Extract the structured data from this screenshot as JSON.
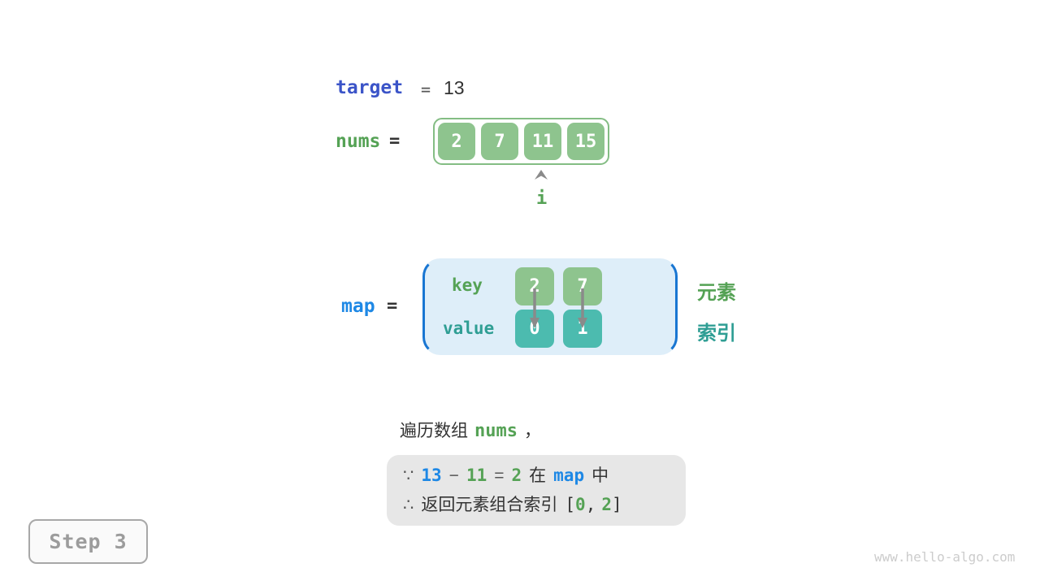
{
  "colors": {
    "target_blue": "#3b54c8",
    "map_blue": "#1e88e5",
    "green_text": "#55a255",
    "teal_text": "#2f9e94",
    "green_cell": "#8ec48e",
    "teal_cell": "#4cbbaf",
    "map_fill": "#deeef9",
    "map_border": "#1976d2",
    "box_gray": "#e7e7e7"
  },
  "target_row": {
    "label": "target",
    "equals": "=",
    "value": "13"
  },
  "nums_row": {
    "label": "nums",
    "equals": "=",
    "cells": [
      "2",
      "7",
      "11",
      "15"
    ],
    "pointer_label": "i"
  },
  "map_row": {
    "label": "map",
    "equals": "=",
    "key_label": "key",
    "value_label": "value",
    "entries": [
      {
        "key": "2",
        "value": "0"
      },
      {
        "key": "7",
        "value": "1"
      }
    ],
    "element_label": "元素",
    "index_label": "索引"
  },
  "caption": {
    "prefix": "遍历数组",
    "code": "nums",
    "suffix": "，"
  },
  "deduction": {
    "line1": {
      "because": "∵",
      "operand1": "13",
      "minus": "−",
      "operand2": "11",
      "equals": "=",
      "result": "2",
      "in_text": "在",
      "map": "map",
      "zhong": "中"
    },
    "line2": {
      "therefore": "∴",
      "text": "返回元素组合索引",
      "bracket_open": "[",
      "index1": "0",
      "comma": ",",
      "index2": "2",
      "bracket_close": "]"
    }
  },
  "step_badge": {
    "label": "Step 3"
  },
  "watermark": {
    "text": "www.hello-algo.com"
  }
}
